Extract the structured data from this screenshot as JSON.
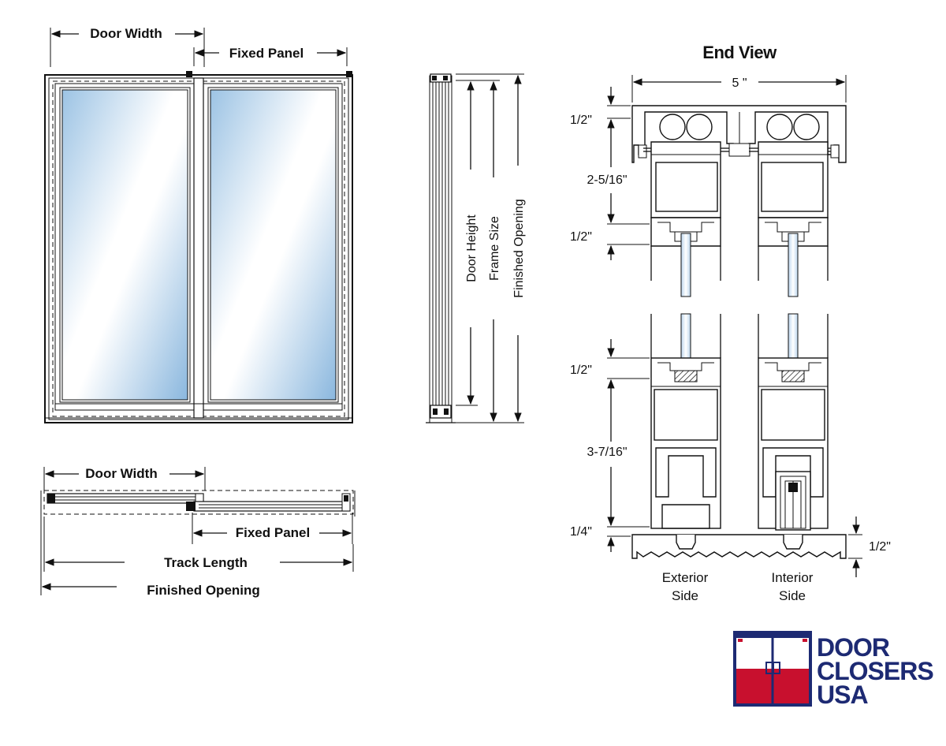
{
  "front_view": {
    "door_width_label": "Door Width",
    "fixed_panel_label": "Fixed Panel"
  },
  "side_view": {
    "door_height_label": "Door Height",
    "frame_size_label": "Frame Size",
    "finished_opening_label": "Finished Opening"
  },
  "plan_view": {
    "door_width_label": "Door Width",
    "fixed_panel_label": "Fixed Panel",
    "track_length_label": "Track Length",
    "finished_opening_label": "Finished Opening"
  },
  "end_view": {
    "title": "End View",
    "width_dim": "5 \"",
    "top_dim_1": "1/2\"",
    "top_dim_2": "2-5/16\"",
    "top_dim_3": "1/2\"",
    "bottom_dim_1": "1/2\"",
    "bottom_dim_2": "3-7/16\"",
    "bottom_dim_3": "1/4\"",
    "track_dim": "1/2\"",
    "exterior_line1": "Exterior",
    "exterior_line2": "Side",
    "interior_line1": "Interior",
    "interior_line2": "Side"
  },
  "logo": {
    "line1": "DOOR",
    "line2": "CLOSERS",
    "line3": "USA",
    "colors": {
      "navy": "#1d2a73",
      "red": "#c8102e"
    }
  },
  "colors": {
    "glass_light": "#ffffff",
    "glass_blue": "#8fb9dd"
  }
}
